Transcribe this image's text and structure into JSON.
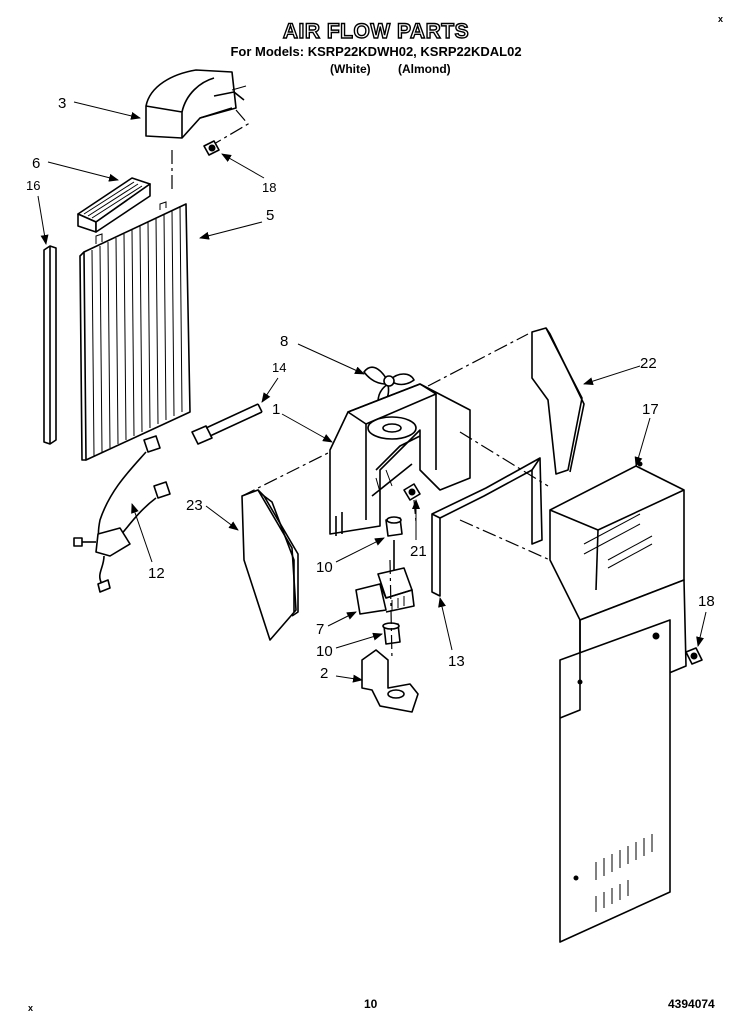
{
  "header": {
    "title": "AIR FLOW PARTS",
    "models_line": "For Models: KSRP22KDWH02, KSRP22KDAL02",
    "variant_1": "(White)",
    "variant_2": "(Almond)"
  },
  "footer": {
    "page_number": "10",
    "doc_number": "4394074"
  },
  "corner_marks": [
    "x",
    "x"
  ],
  "callouts": {
    "c1": "1",
    "c2": "2",
    "c3": "3",
    "c5": "5",
    "c6": "6",
    "c7": "7",
    "c8": "8",
    "c10a": "10",
    "c10b": "10",
    "c12": "12",
    "c13": "13",
    "c14": "14",
    "c16": "16",
    "c17": "17",
    "c18a": "18",
    "c18b": "18",
    "c21": "21",
    "c22": "22",
    "c23": "23"
  },
  "parts": {
    "air-diffuser-cover": "3",
    "grille-top": "6",
    "side-strip": "16",
    "evaporator-cover": "5",
    "screw-upper": "18",
    "fan-blade": "8",
    "heater-probe": "14",
    "fan-shroud": "1",
    "wire-harness": "12",
    "insulation-left": "23",
    "grommet-upper": "10",
    "fan-motor": "7",
    "grommet-lower": "10",
    "motor-bracket": "2",
    "screw-shroud": "21",
    "gasket-channel": "13",
    "insulation-right": "22",
    "air-duct-panel": "17",
    "screw-lower": "18"
  }
}
